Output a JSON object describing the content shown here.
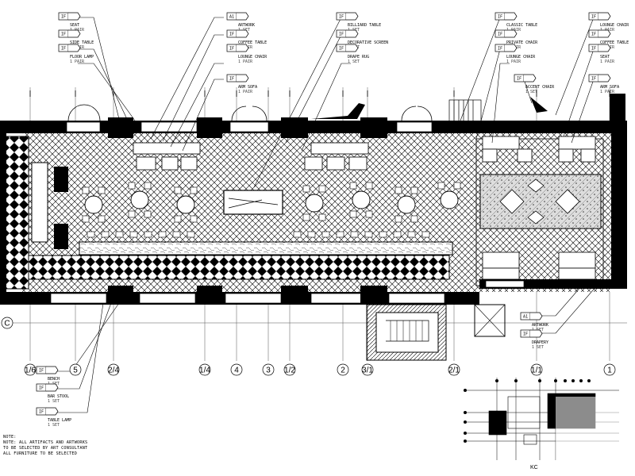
{
  "axes": {
    "bottom": [
      "1/6",
      "5",
      "2/4",
      "1/4",
      "4",
      "3",
      "1/2",
      "2",
      "3/1",
      "2/1",
      "1/1",
      "1"
    ],
    "left": [
      "C"
    ]
  },
  "tags_top": [
    {
      "code": "IF",
      "text": "SEAT",
      "sub": "1 PAIR"
    },
    {
      "code": "IF",
      "text": "SIDE TABLE",
      "sub": "1 PAIR"
    },
    {
      "code": "IF",
      "text": "FLOOR LAMP",
      "sub": "1 PAIR"
    },
    {
      "code": "A1",
      "text": "ARTWORK",
      "sub": "1 SET"
    },
    {
      "code": "IF",
      "text": "COFFEE TABLE",
      "sub": "1 PAIR"
    },
    {
      "code": "IF",
      "text": "LOUNGE CHAIR",
      "sub": "1 PAIR"
    },
    {
      "code": "IF",
      "text": "ARM SOFA",
      "sub": "1 PAIR"
    },
    {
      "code": "IF",
      "text": "BILLIARD TABLE",
      "sub": "1 SET"
    },
    {
      "code": "IF",
      "text": "DECORATIVE SCREEN",
      "sub": "1 SET"
    },
    {
      "code": "IF",
      "text": "DRAPE RUG",
      "sub": "1 SET"
    },
    {
      "code": "IF",
      "text": "CLASSIC TABLE",
      "sub": "1 PAIR"
    },
    {
      "code": "IF",
      "text": "PRIVATE CHAIR",
      "sub": "1 PAIR"
    },
    {
      "code": "IF",
      "text": "LOUNGE CHAIR",
      "sub": "1 PAIR"
    },
    {
      "code": "IF",
      "text": "ACCENT CHAIR",
      "sub": "1 SET"
    },
    {
      "code": "IF",
      "text": "LOUNGE CHAIR",
      "sub": "1 PAIR"
    },
    {
      "code": "IF",
      "text": "COFFEE TABLE",
      "sub": "1 PAIR"
    },
    {
      "code": "IF",
      "text": "ARM SOFA",
      "sub": "1 PAIR"
    },
    {
      "code": "IF",
      "text": "SEAT",
      "sub": "1 PAIR"
    }
  ],
  "tags_bottom": [
    {
      "code": "IF",
      "text": "BENCH",
      "sub": "1 SET"
    },
    {
      "code": "IF",
      "text": "BAR STOOL",
      "sub": "1 SET"
    },
    {
      "code": "IF",
      "text": "TABLE LAMP",
      "sub": "1 SET"
    },
    {
      "code": "A1",
      "text": "ARTWORK",
      "sub": "1 SET"
    },
    {
      "code": "IF",
      "text": "DRAPERY",
      "sub": "1 SET"
    }
  ],
  "note": {
    "line1": "NOTE:",
    "line2": "NOTE: ALL ARTIFACTS AND ARTWORKS",
    "line3": "TO BE SELECTED BY ART CONSULTANT",
    "line4": "ALL FURNITURE TO BE SELECTED"
  },
  "keyplan_label": "KC"
}
